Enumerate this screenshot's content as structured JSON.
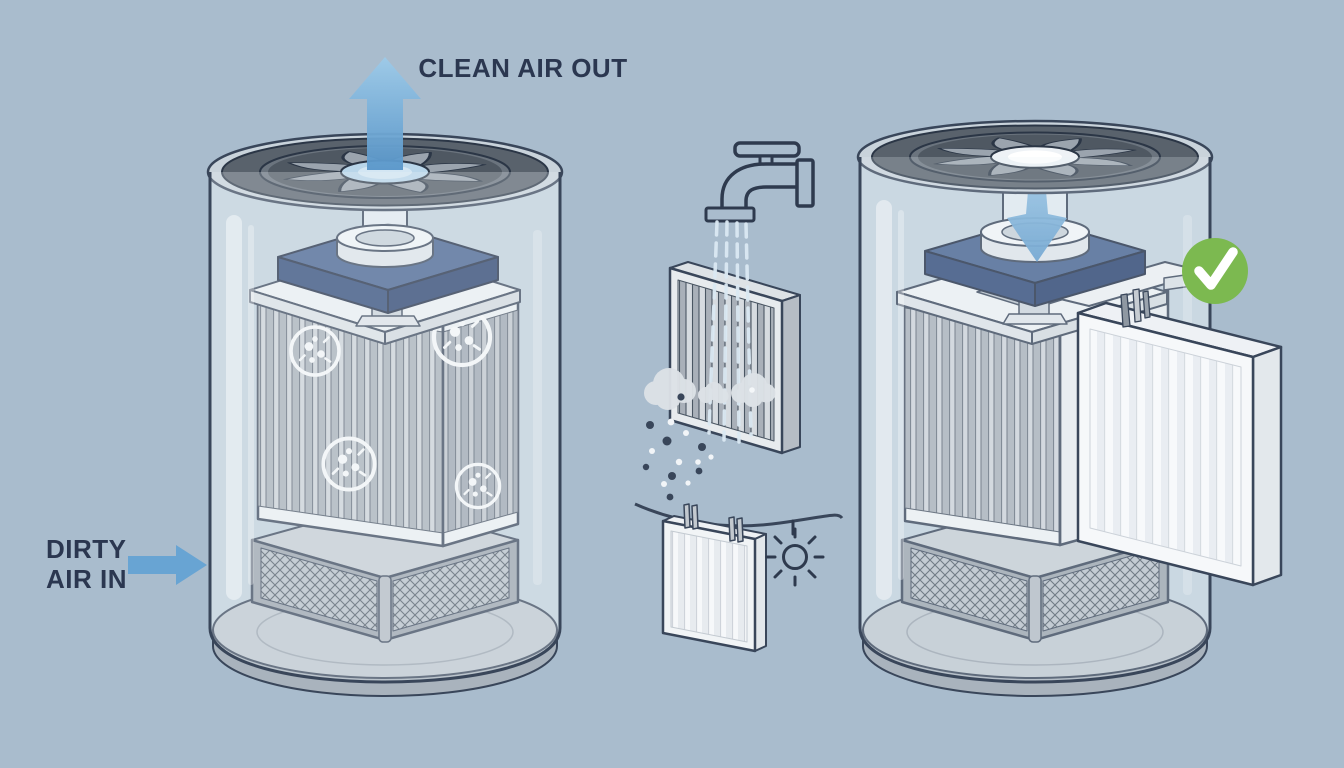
{
  "background_color": "#a9bccd",
  "labels": {
    "clean_air_out": "CLEAN AIR OUT",
    "dirty_air_in_line1": "DIRTY",
    "dirty_air_in_line2": "AIR IN"
  },
  "colors": {
    "background": "#a9bccd",
    "label_text": "#2b3750",
    "arrow_blue": "#68a4d3",
    "plate_navy": "#44608f",
    "check_green": "#7cb950",
    "outline_dark": "#39465a",
    "filter_pleat_gray": "#a8b0b9",
    "clean_filter_white": "#f6f8fa",
    "mesh_gray": "#b9c1c9"
  },
  "icons": [
    "up-arrow-icon",
    "right-arrow-icon",
    "down-arrow-icon",
    "fan-icon",
    "germ-icon",
    "faucet-icon",
    "water-drops-icon",
    "dust-cloud-icon",
    "dust-particles",
    "clothesline",
    "clothespin-icon",
    "sun-icon",
    "checkmark-icon"
  ]
}
